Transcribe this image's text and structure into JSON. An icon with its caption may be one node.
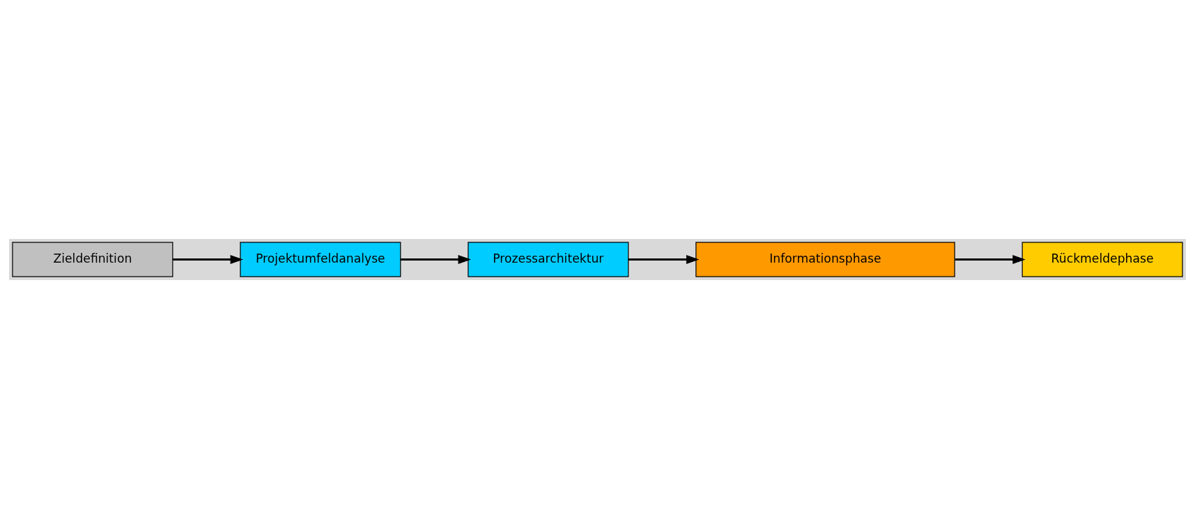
{
  "diagram": {
    "nodes": [
      {
        "text": [
          "Zieldefinition"
        ]
      },
      {
        "text": [
          "Projektumfeldanalyse"
        ]
      },
      {
        "text": [
          "Prozessarchitektur"
        ]
      },
      {
        "text": [
          "Informationsphase"
        ]
      },
      {
        "text": [
          "Rückmeldephase"
        ]
      }
    ],
    "edges": [
      {
        "from": 0,
        "to": 1,
        "arrow": "to"
      },
      {
        "from": 1,
        "to": 2,
        "arrow": "to"
      },
      {
        "from": 2,
        "to": 3,
        "arrow": "to"
      },
      {
        "from": 3,
        "to": 4,
        "arrow": "to"
      }
    ]
  }
}
